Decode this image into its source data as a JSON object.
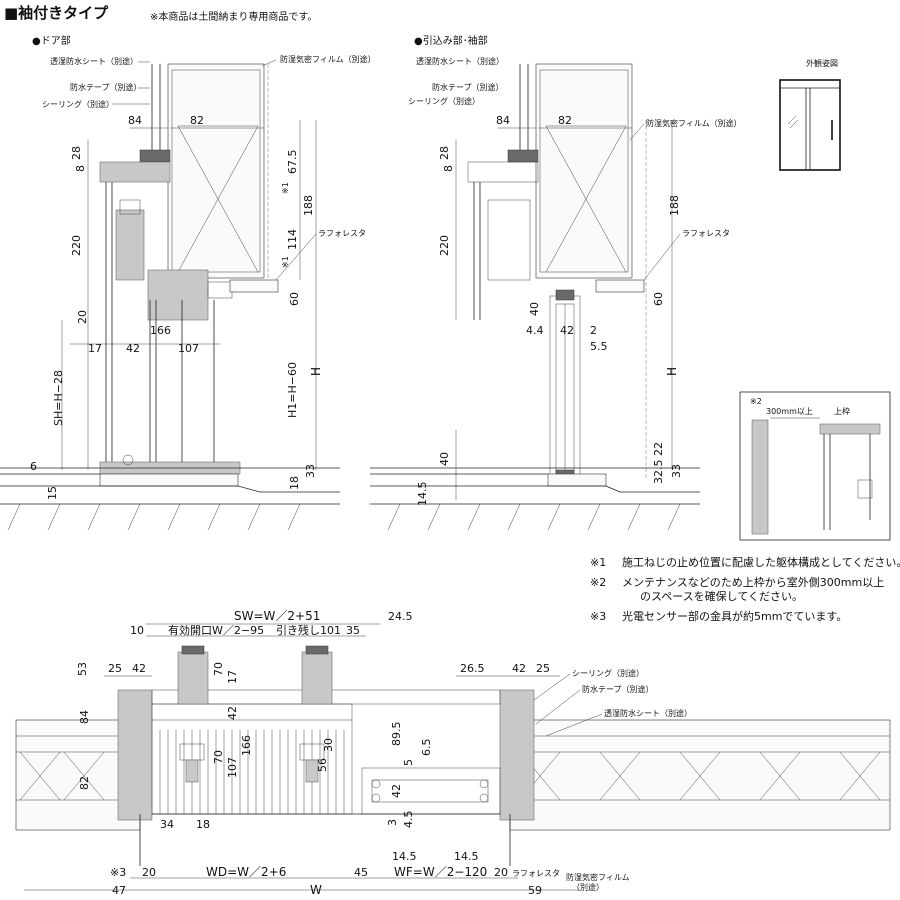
{
  "header": {
    "title": "■袖付きタイプ",
    "note": "※本商品は土間納まり専用商品です。"
  },
  "door_section": {
    "title": "●ドア部",
    "labels": [
      "透湿防水シート（別途）",
      "防水テープ（別途）",
      "シーリング（別途）",
      "防湿気密フィルム（別途）",
      "ラフォレスタ"
    ],
    "dims": {
      "d84": "84",
      "d82": "82",
      "d28": "28",
      "d8": "8",
      "d220": "220",
      "d20": "20",
      "d166": "166",
      "d17": "17",
      "d42": "42",
      "d107": "107",
      "d675": "67.5",
      "d188": "188",
      "d114": "114",
      "d60": "60",
      "sh": "SH=H−28",
      "h1": "H1=H−60",
      "h": "H",
      "d6": "6",
      "d15": "15",
      "d18": "18",
      "d33": "33",
      "m1a": "※1",
      "m1b": "※1"
    }
  },
  "pullin_section": {
    "title": "●引込み部･袖部",
    "labels": [
      "透湿防水シート（別途）",
      "防水テープ（別途）",
      "シーリング（別途）",
      "防湿気密フィルム（別途）",
      "ラフォレスタ"
    ],
    "dims": {
      "d84": "84",
      "d82": "82",
      "d28": "28",
      "d8": "8",
      "d220": "220",
      "d188": "188",
      "d60": "60",
      "d40a": "40",
      "d44": "4.4",
      "d42": "42",
      "d2": "2",
      "d55": "5.5",
      "h": "H",
      "d40b": "40",
      "d145": "14.5",
      "d325": "32.5",
      "d22": "22",
      "d33": "33"
    }
  },
  "exterior_view": {
    "title": "外観姿図"
  },
  "detail2": {
    "mark": "※2",
    "dim": "300mm以上",
    "label": "上枠"
  },
  "notes": [
    {
      "mark": "※1",
      "text": "施工ねじの止め位置に配慮した躯体構成としてください。"
    },
    {
      "mark": "※2",
      "text": "メンテナンスなどのため上枠から室外側300mm以上"
    },
    {
      "mark": "",
      "text": "のスペースを確保してください。"
    },
    {
      "mark": "※3",
      "text": "光電センサー部の金具が約5mmでています。"
    }
  ],
  "plan": {
    "top_dims": {
      "sw": "SW=W／2+51",
      "d245": "24.5",
      "d10": "10",
      "open": "有効開口W／2−95",
      "left": "引き残し101",
      "d35": "35",
      "d53": "53",
      "d25a": "25",
      "d42a": "42",
      "d70a": "70",
      "d17": "17",
      "d265": "26.5",
      "d42b": "42",
      "d25b": "25"
    },
    "mid_dims": {
      "d84": "84",
      "d82": "82",
      "d42": "42",
      "d166": "166",
      "d70b": "70",
      "d107": "107",
      "d30": "30",
      "d56": "56",
      "d895": "89.5",
      "d65": "6.5",
      "d5": "5",
      "d42c": "42",
      "d34": "34",
      "d18": "18",
      "d3": "3",
      "d45s": "4.5"
    },
    "labels": [
      "シーリング（別途）",
      "防水テープ（別途）",
      "透湿防水シート（別途）",
      "ラフォレスタ",
      "防湿気密フィルム",
      "（別途）"
    ],
    "bottom_dims": {
      "m3": "※3",
      "d20a": "20",
      "wd": "WD=W／2+6",
      "d45": "45",
      "wf": "WF=W／2−120",
      "d20b": "20",
      "d47": "47",
      "w": "W",
      "d59": "59",
      "d145a": "14.5",
      "d145b": "14.5"
    }
  }
}
